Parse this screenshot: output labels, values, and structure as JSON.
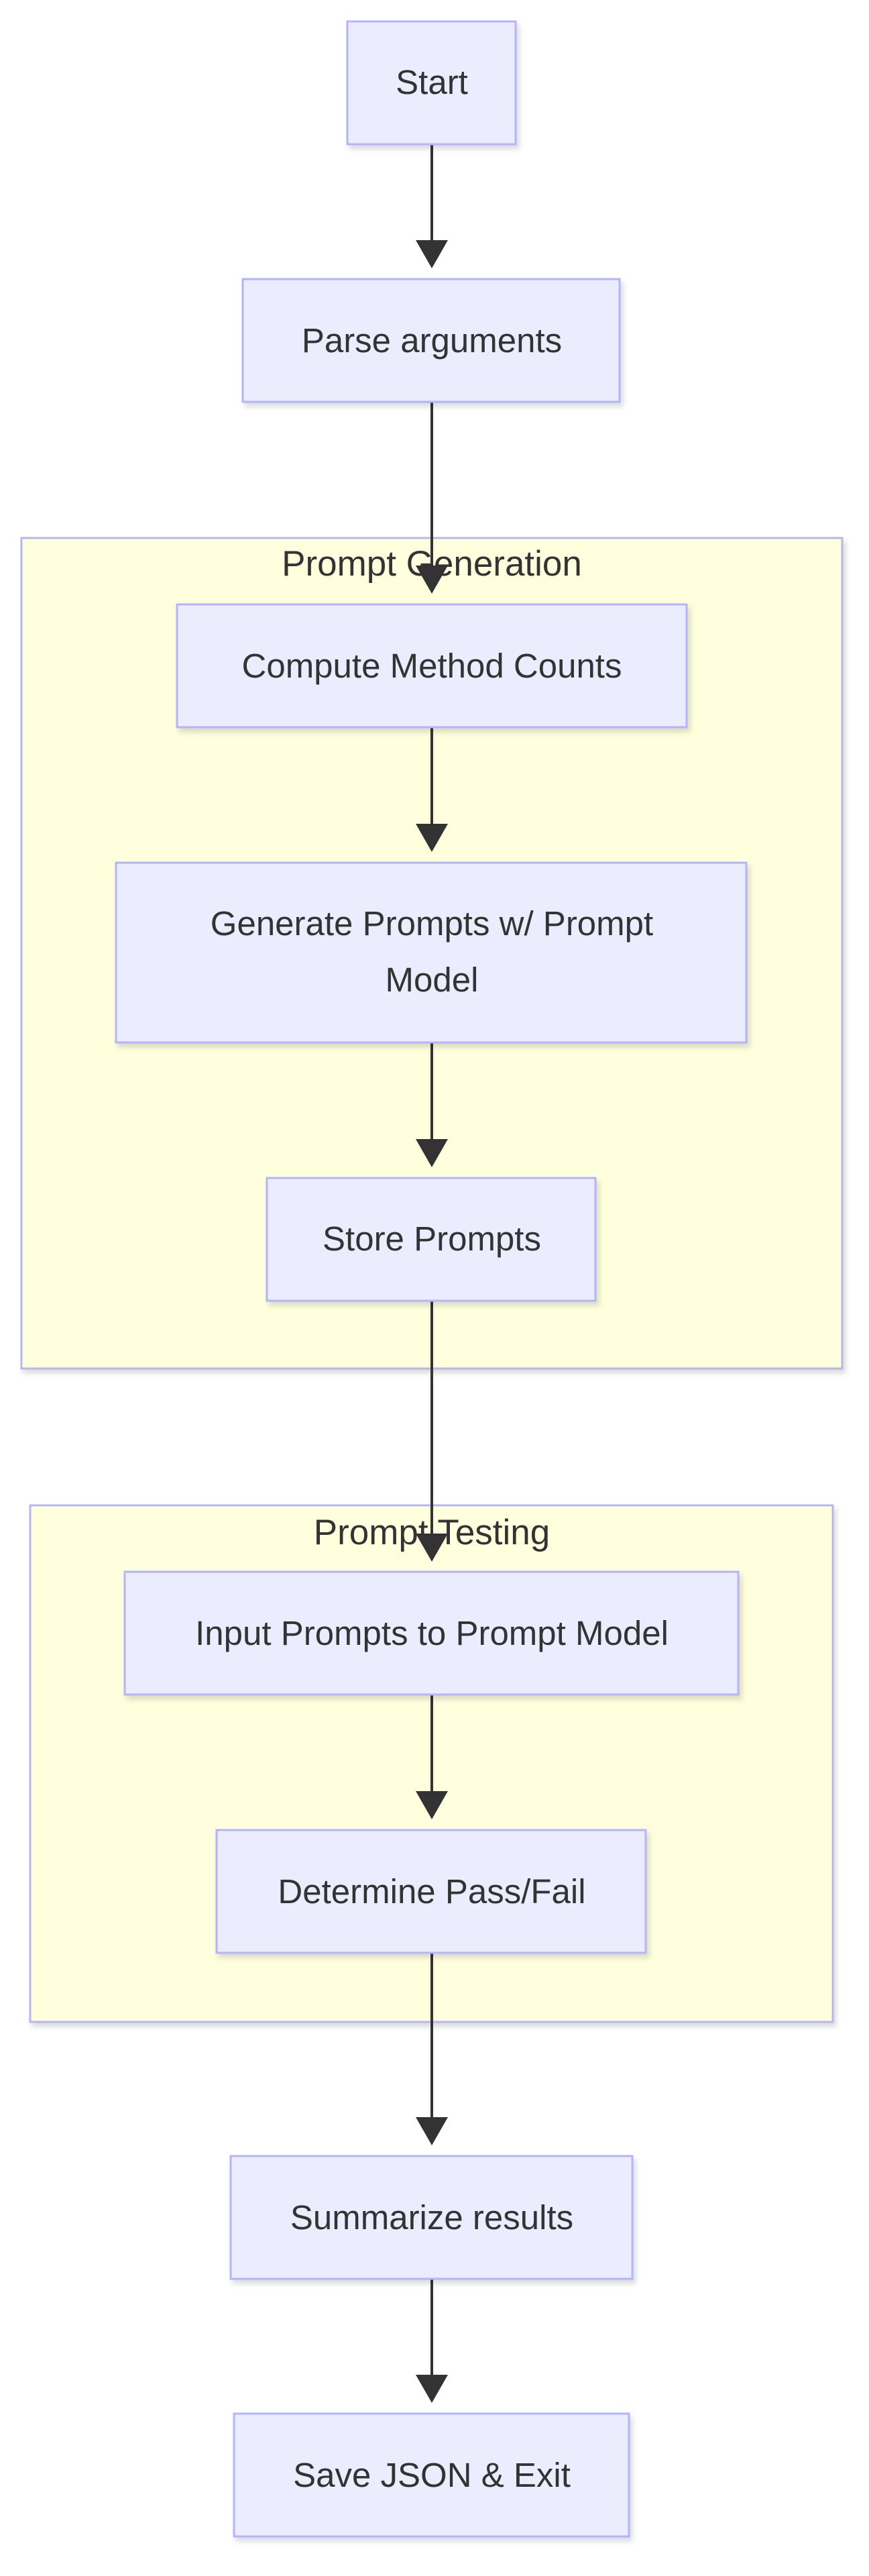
{
  "clusters": {
    "prompt_generation": {
      "label": "Prompt Generation"
    },
    "prompt_testing": {
      "label": "Prompt Testing"
    }
  },
  "nodes": {
    "start": {
      "label": "Start"
    },
    "parse": {
      "label": "Parse arguments"
    },
    "compute": {
      "label": "Compute Method Counts"
    },
    "generate": {
      "label_line1": "Generate Prompts w/ Prompt",
      "label_line2": "Model"
    },
    "store": {
      "label": "Store Prompts"
    },
    "input": {
      "label": "Input Prompts to Prompt Model"
    },
    "determine": {
      "label": "Determine Pass/Fail"
    },
    "summarize": {
      "label": "Summarize results"
    },
    "save": {
      "label": "Save JSON & Exit"
    }
  },
  "colors": {
    "node_fill": "#ececff",
    "node_stroke": "#b3b3ff",
    "cluster_fill": "#ffffde",
    "cluster_stroke": "#b7b7ee",
    "edge": "#333333",
    "text": "#333333"
  }
}
